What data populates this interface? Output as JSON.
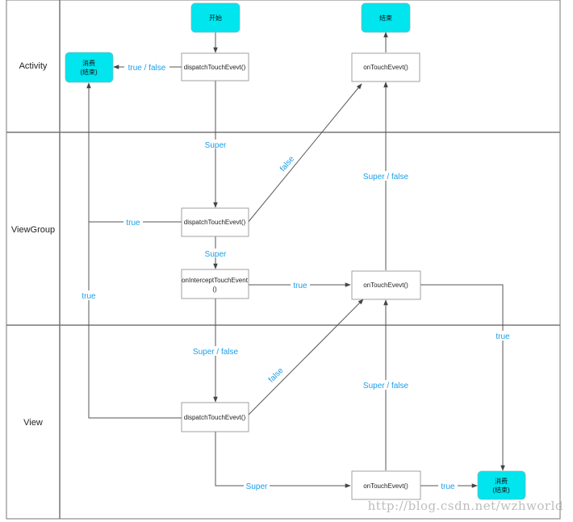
{
  "colors": {
    "label_blue": "#1a9ee8",
    "terminal_fill": "#00e5ee",
    "node_border": "#8a8a8a",
    "lane_border": "#777777",
    "line": "#555555"
  },
  "lanes": [
    {
      "id": "activity",
      "label": "Activity"
    },
    {
      "id": "viewgroup",
      "label": "ViewGroup"
    },
    {
      "id": "view",
      "label": "View"
    }
  ],
  "nodes": {
    "start": {
      "lines": [
        "开始"
      ]
    },
    "end": {
      "lines": [
        "结束"
      ]
    },
    "consume_activity": {
      "lines": [
        "消费",
        "(结束)"
      ]
    },
    "activity_dispatch": {
      "lines": [
        "dispatchTouchEvevt()"
      ]
    },
    "activity_ontouch": {
      "lines": [
        "onTouchEvevt()"
      ]
    },
    "vg_dispatch": {
      "lines": [
        "dispatchTouchEvevt()"
      ]
    },
    "vg_intercept": {
      "lines": [
        "onInterceptTouchEvent",
        "()"
      ]
    },
    "vg_ontouch": {
      "lines": [
        "onTouchEvevt()"
      ]
    },
    "view_dispatch": {
      "lines": [
        "dispatchTouchEvevt()"
      ]
    },
    "view_ontouch": {
      "lines": [
        "onTouchEvevt()"
      ]
    },
    "consume_view": {
      "lines": [
        "消费",
        "(结束)"
      ]
    }
  },
  "edge_labels": {
    "act_true_false": "true  /  false",
    "super_1": "Super",
    "false_1": "false",
    "super_false_1": "Super / false",
    "vg_true": "true",
    "super_2": "Super",
    "intercept_true": "true",
    "left_true": "true",
    "super_false_2": "Super / false",
    "false_2": "false",
    "super_false_3": "Super / false",
    "right_true": "true",
    "super_3": "Super",
    "bottom_true": "true"
  },
  "watermark": "http://blog.csdn.net/wzhworld"
}
